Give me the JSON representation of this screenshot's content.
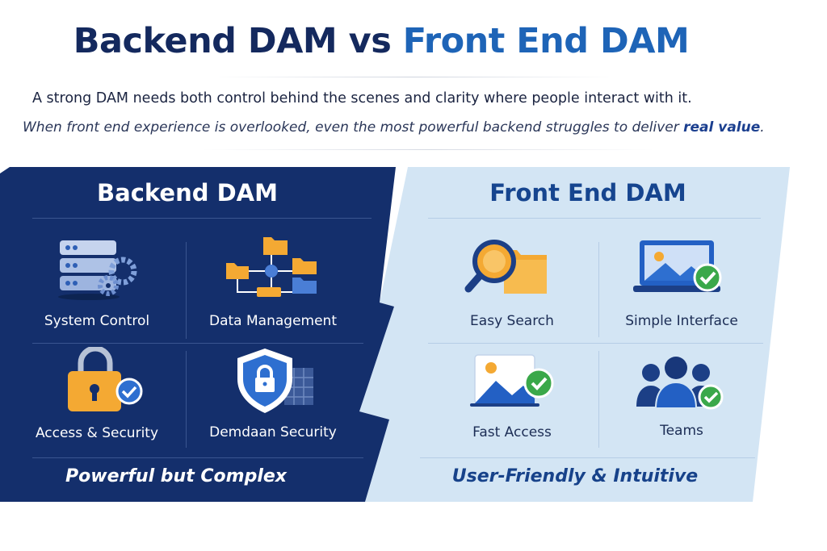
{
  "header": {
    "title_part1": "Backend DAM vs",
    "title_part2": "Front End DAM",
    "subtitle": "A strong DAM needs both control behind the scenes and clarity where people interact with it.",
    "tagline_main": "When front end experience is overlooked, even the most powerful backend struggles to deliver",
    "tagline_highlight": "real value",
    "tagline_end": "."
  },
  "backend": {
    "title": "Backend DAM",
    "items": [
      {
        "label": "System Control",
        "icon": "server-gears-icon"
      },
      {
        "label": "Data Management",
        "icon": "folder-network-icon"
      },
      {
        "label": "Access & Security",
        "icon": "padlock-check-icon"
      },
      {
        "label": "Demdaan Security",
        "icon": "shield-lock-icon"
      }
    ],
    "footer": "Powerful but Complex"
  },
  "frontend": {
    "title": "Front End DAM",
    "items": [
      {
        "label": "Easy Search",
        "icon": "magnifier-folder-icon"
      },
      {
        "label": "Simple Interface",
        "icon": "monitor-check-icon"
      },
      {
        "label": "Fast Access",
        "icon": "image-check-icon"
      },
      {
        "label": "Teams",
        "icon": "team-check-icon"
      }
    ],
    "footer": "User-Friendly & Intuitive"
  },
  "colors": {
    "backend_bg": "#142f6c",
    "frontend_bg": "#d3e5f4",
    "accent_blue": "#1e64b7",
    "folder_orange": "#f4a933",
    "check_green": "#3aa84a"
  }
}
